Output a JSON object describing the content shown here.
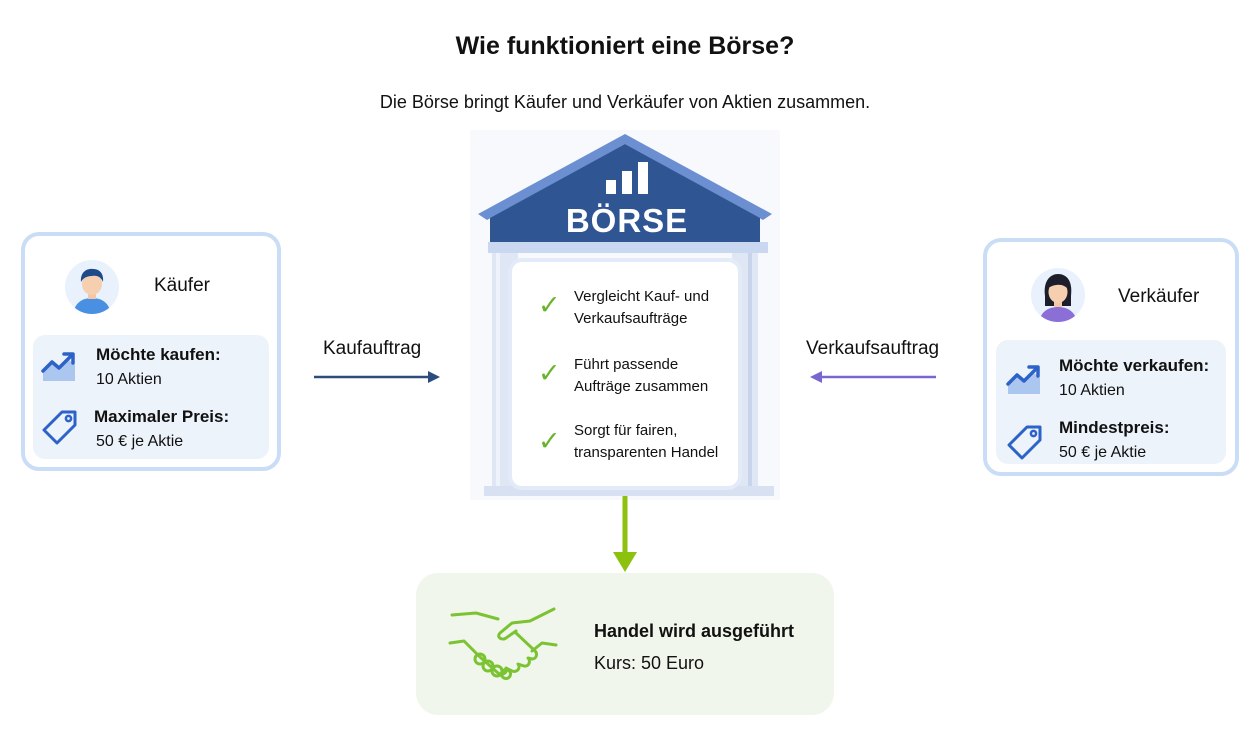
{
  "header": {
    "title": "Wie funktioniert eine Börse?",
    "subtitle": "Die Börse bringt Käufer und Verkäufer von Aktien zusammen."
  },
  "buyer": {
    "name": "Käufer",
    "wants_label": "Möchte kaufen:",
    "wants_value": "10 Aktien",
    "price_label": "Maximaler Preis:",
    "price_value": "50 € je Aktie",
    "icons": [
      "person-male-icon",
      "trend-up-icon",
      "price-tag-icon"
    ]
  },
  "seller": {
    "name": "Verkäufer",
    "wants_label": "Möchte verkaufen:",
    "wants_value": "10 Aktien",
    "price_label": "Mindestpreis:",
    "price_value": "50 € je Aktie",
    "icons": [
      "person-female-icon",
      "trend-up-icon",
      "price-tag-icon"
    ]
  },
  "arrows": {
    "buy_order": "Kaufauftrag",
    "sell_order": "Verkaufsauftrag"
  },
  "exchange": {
    "label": "BÖRSE",
    "functions": [
      {
        "line1": "Vergleicht Kauf- und",
        "line2": "Verkaufsaufträge"
      },
      {
        "line1": "Führt passende",
        "line2": "Aufträge zusammen"
      },
      {
        "line1": "Sorgt für fairen,",
        "line2": "transparenten Handel"
      }
    ],
    "icons": [
      "bar-chart-icon",
      "check-icon"
    ]
  },
  "result": {
    "title": "Handel wird ausgeführt",
    "price": "Kurs: 50 Euro",
    "icon": "handshake-icon"
  },
  "colors": {
    "roof": "#2f5593",
    "roof_edge": "#6b8fd0",
    "column": "#dfe7f5",
    "buy_arrow": "#2c4c7c",
    "sell_arrow": "#7a66cf",
    "result_arrow": "#8cc20f",
    "check": "#6ab42d",
    "handshake": "#7bc332",
    "icon_blue": "#2d63c8"
  }
}
